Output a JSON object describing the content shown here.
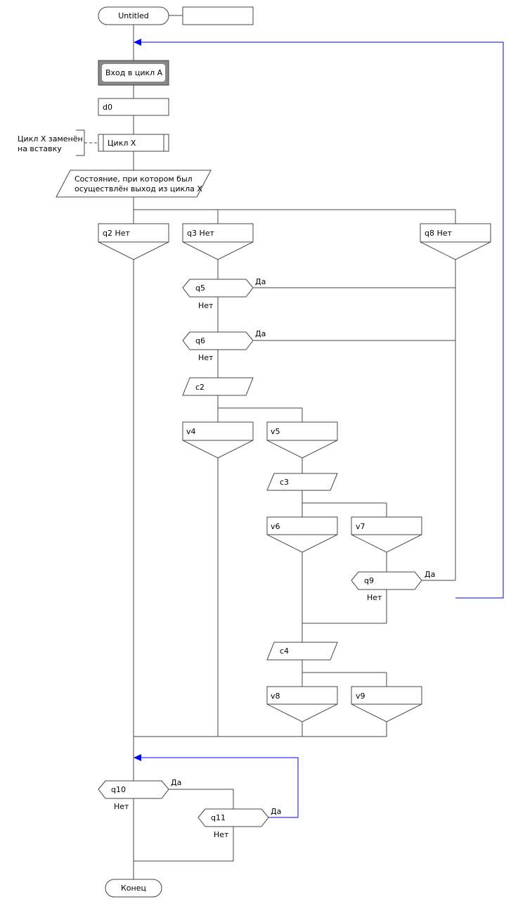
{
  "title": "Untitled",
  "loop_start": "Вход в цикл А",
  "action_d0": "d0",
  "insert_loop": "Цикл X",
  "insert_comment": [
    "Цикл X заменён",
    "на вставку"
  ],
  "state_output": [
    "Состояние, при котором был",
    "осуществлён выход из цикла X"
  ],
  "branches": {
    "q2": "q2 Нет",
    "q3": "q3 Нет",
    "q8": "q8 Нет"
  },
  "questions": {
    "q5": "q5",
    "q6": "q6",
    "q9": "q9",
    "q10": "q10",
    "q11": "q11"
  },
  "yes_label": "Да",
  "no_label": "Нет",
  "outputs": {
    "c2": "c2",
    "c3": "c3",
    "c4": "c4"
  },
  "variants": {
    "v4": "v4",
    "v5": "v5",
    "v6": "v6",
    "v7": "v7",
    "v8": "v8",
    "v9": "v9"
  },
  "end": "Конец",
  "colors": {
    "loop_arrow": "#0000ff",
    "line": "#444444"
  }
}
